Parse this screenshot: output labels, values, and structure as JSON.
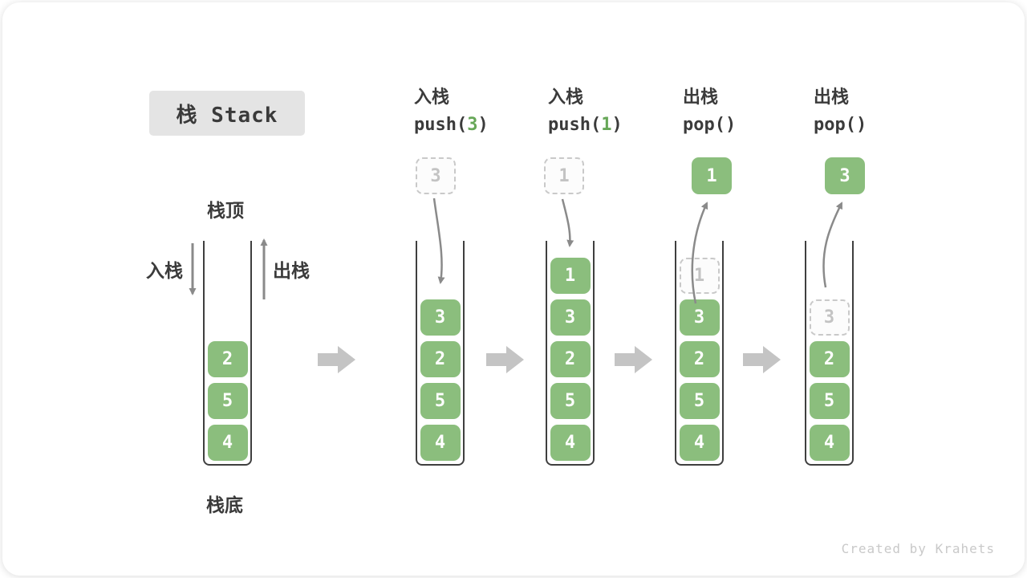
{
  "title": "栈 Stack",
  "labels": {
    "stack_top": "栈顶",
    "stack_bottom": "栈底",
    "push_side": "入栈",
    "pop_side": "出栈"
  },
  "operations": [
    {
      "name": "入栈",
      "code_pre": "push(",
      "code_arg": "3",
      "code_post": ")"
    },
    {
      "name": "入栈",
      "code_pre": "push(",
      "code_arg": "1",
      "code_post": ")"
    },
    {
      "name": "出栈",
      "code_pre": "pop(",
      "code_arg": "",
      "code_post": ")"
    },
    {
      "name": "出栈",
      "code_pre": "pop(",
      "code_arg": "",
      "code_post": ")"
    }
  ],
  "floating_values": [
    {
      "value": "3",
      "style": "ghost"
    },
    {
      "value": "1",
      "style": "ghost"
    },
    {
      "value": "1",
      "style": "solid"
    },
    {
      "value": "3",
      "style": "solid"
    }
  ],
  "stacks": [
    {
      "items": [
        {
          "value": "2",
          "style": "solid"
        },
        {
          "value": "5",
          "style": "solid"
        },
        {
          "value": "4",
          "style": "solid"
        }
      ]
    },
    {
      "items": [
        {
          "value": "3",
          "style": "solid"
        },
        {
          "value": "2",
          "style": "solid"
        },
        {
          "value": "5",
          "style": "solid"
        },
        {
          "value": "4",
          "style": "solid"
        }
      ]
    },
    {
      "items": [
        {
          "value": "1",
          "style": "solid"
        },
        {
          "value": "3",
          "style": "solid"
        },
        {
          "value": "2",
          "style": "solid"
        },
        {
          "value": "5",
          "style": "solid"
        },
        {
          "value": "4",
          "style": "solid"
        }
      ]
    },
    {
      "items": [
        {
          "value": "1",
          "style": "ghost"
        },
        {
          "value": "3",
          "style": "solid"
        },
        {
          "value": "2",
          "style": "solid"
        },
        {
          "value": "5",
          "style": "solid"
        },
        {
          "value": "4",
          "style": "solid"
        }
      ]
    },
    {
      "items": [
        {
          "value": "3",
          "style": "ghost"
        },
        {
          "value": "2",
          "style": "solid"
        },
        {
          "value": "5",
          "style": "solid"
        },
        {
          "value": "4",
          "style": "solid"
        }
      ]
    }
  ],
  "watermark": "Created by Krahets",
  "colors": {
    "item_green": "#8bbe7d",
    "code_green": "#67a758",
    "ghost_gray": "#c9c9c9",
    "flow_arrow_gray": "#c4c4c4",
    "motion_arrow_gray": "#8a8a8a",
    "title_bg": "#e4e4e4",
    "text_dark": "#3b3b3b"
  }
}
